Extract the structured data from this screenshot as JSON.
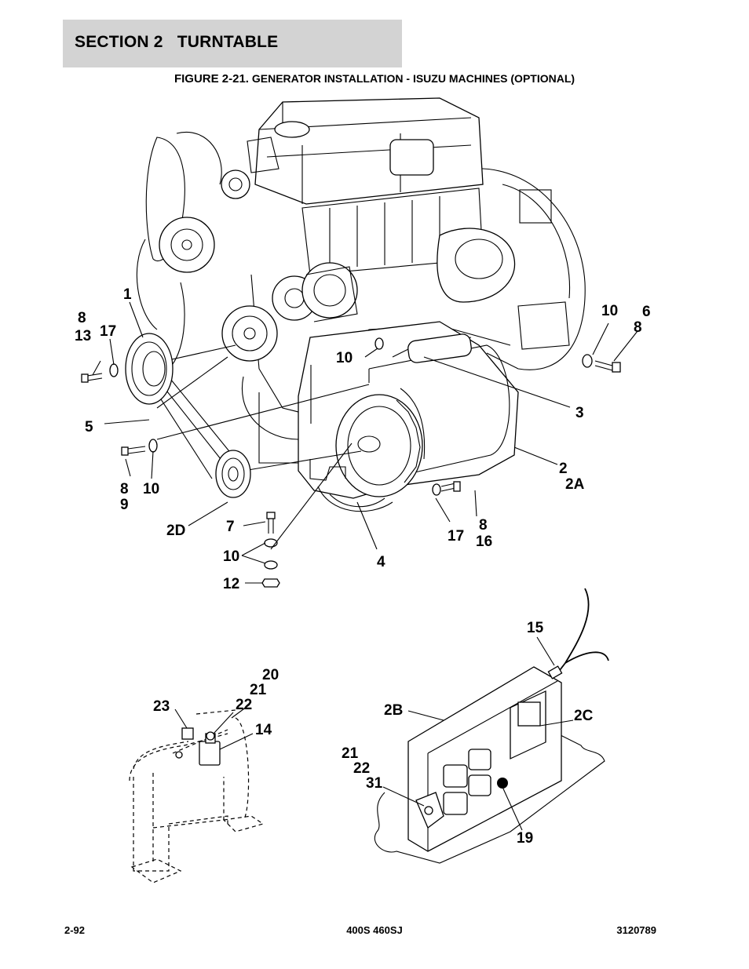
{
  "header": {
    "section": "SECTION 2   TURNTABLE"
  },
  "figure": {
    "number": "FIGURE 2-21.",
    "title": "GENERATOR INSTALLATION - ISUZU MACHINES (OPTIONAL)"
  },
  "callouts": {
    "c1": "1",
    "c8a": "8",
    "c13": "13",
    "c17a": "17",
    "c10a": "10",
    "c6": "6",
    "c8b": "8",
    "c10b": "10",
    "c3": "3",
    "c5": "5",
    "c2": "2",
    "c2A": "2A",
    "c8c": "8",
    "c9": "9",
    "c10c": "10",
    "c8d": "8",
    "c16": "16",
    "c17b": "17",
    "c2D": "2D",
    "c7": "7",
    "c4": "4",
    "c10d": "10",
    "c12": "12",
    "c15": "15",
    "c20": "20",
    "c21a": "21",
    "c22a": "22",
    "c23": "23",
    "c14": "14",
    "c2B": "2B",
    "c2C": "2C",
    "c21b": "21",
    "c22b": "22",
    "c31": "31",
    "c19": "19"
  },
  "footer": {
    "page": "2-92",
    "model": "400S 460SJ",
    "part_number": "3120789"
  }
}
